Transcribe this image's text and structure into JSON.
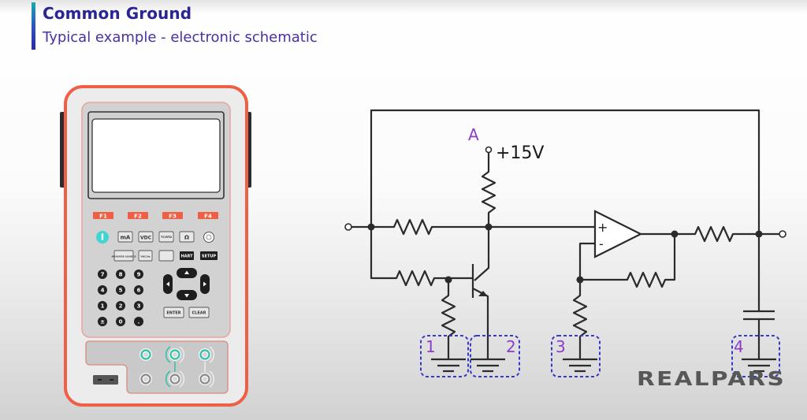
{
  "header": {
    "title": "Common Ground",
    "subtitle": "Typical example - electronic schematic"
  },
  "calibrator": {
    "function_keys": [
      "F1",
      "F2",
      "F3",
      "F4"
    ],
    "mode_keys": [
      "mA",
      "VDC",
      "TC/RTD",
      "Ω"
    ],
    "power_icon": "power-icon",
    "backlight_icon": "backlight-icon",
    "second_row_keys": [
      "MEASURE SOURCE",
      "VDC/Hz",
      "",
      "HART",
      "SETUP"
    ],
    "numpad": [
      "7",
      "8",
      "9",
      "4",
      "5",
      "6",
      "1",
      "2",
      "3",
      "±",
      "0",
      "."
    ],
    "nav_keys": [
      "up",
      "left",
      "right",
      "down"
    ],
    "action_keys": [
      "ENTER",
      "CLEAR"
    ],
    "colors": {
      "body_outline": "#ee5f45",
      "jack_accent": "#2fc0a8"
    }
  },
  "schematic": {
    "node_label": "A",
    "supply_label": "+15V",
    "ground_labels": [
      "1",
      "2",
      "3",
      "4"
    ],
    "opamp_inputs": [
      "+",
      "-"
    ],
    "colors": {
      "ground_box": "#3838c8",
      "label": "#8b3dc8"
    }
  },
  "branding": {
    "logo": "REALPARS"
  }
}
